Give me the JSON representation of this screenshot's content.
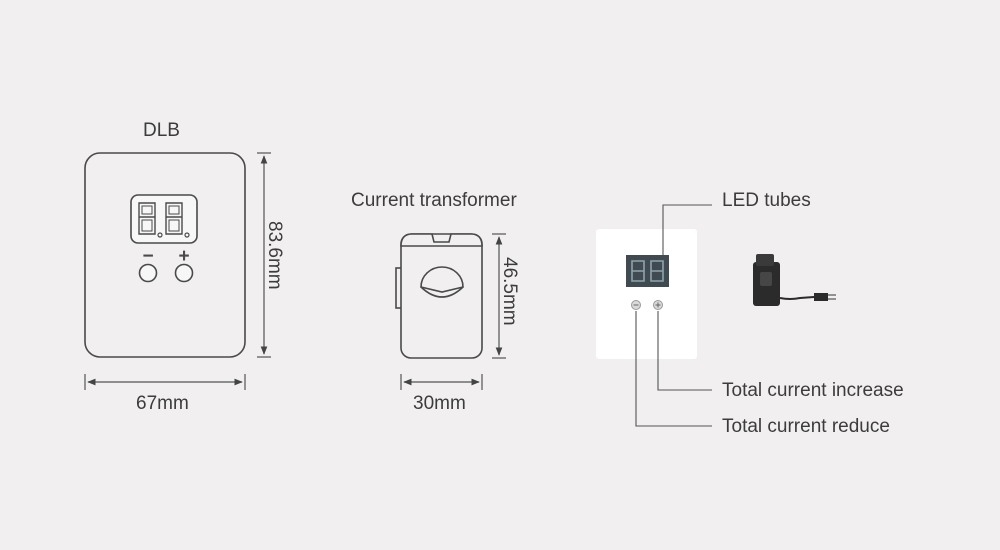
{
  "dlb": {
    "title": "DLB",
    "width_label": "67mm",
    "height_label": "83.6mm",
    "minus_symbol": "−",
    "plus_symbol": "+"
  },
  "ct": {
    "title": "Current transformer",
    "width_label": "30mm",
    "height_label": "46.5mm"
  },
  "panel": {
    "led_label": "LED tubes",
    "increase_label": "Total current increase",
    "reduce_label": "Total current reduce"
  },
  "colors": {
    "background": "#f1eff0",
    "outline": "#4a4a4a",
    "panel": "#ffffff",
    "display": "#3f4a51",
    "ct_body": "#2b2b2b"
  },
  "icons": [
    "minus-icon",
    "plus-icon",
    "arrow-icon"
  ]
}
